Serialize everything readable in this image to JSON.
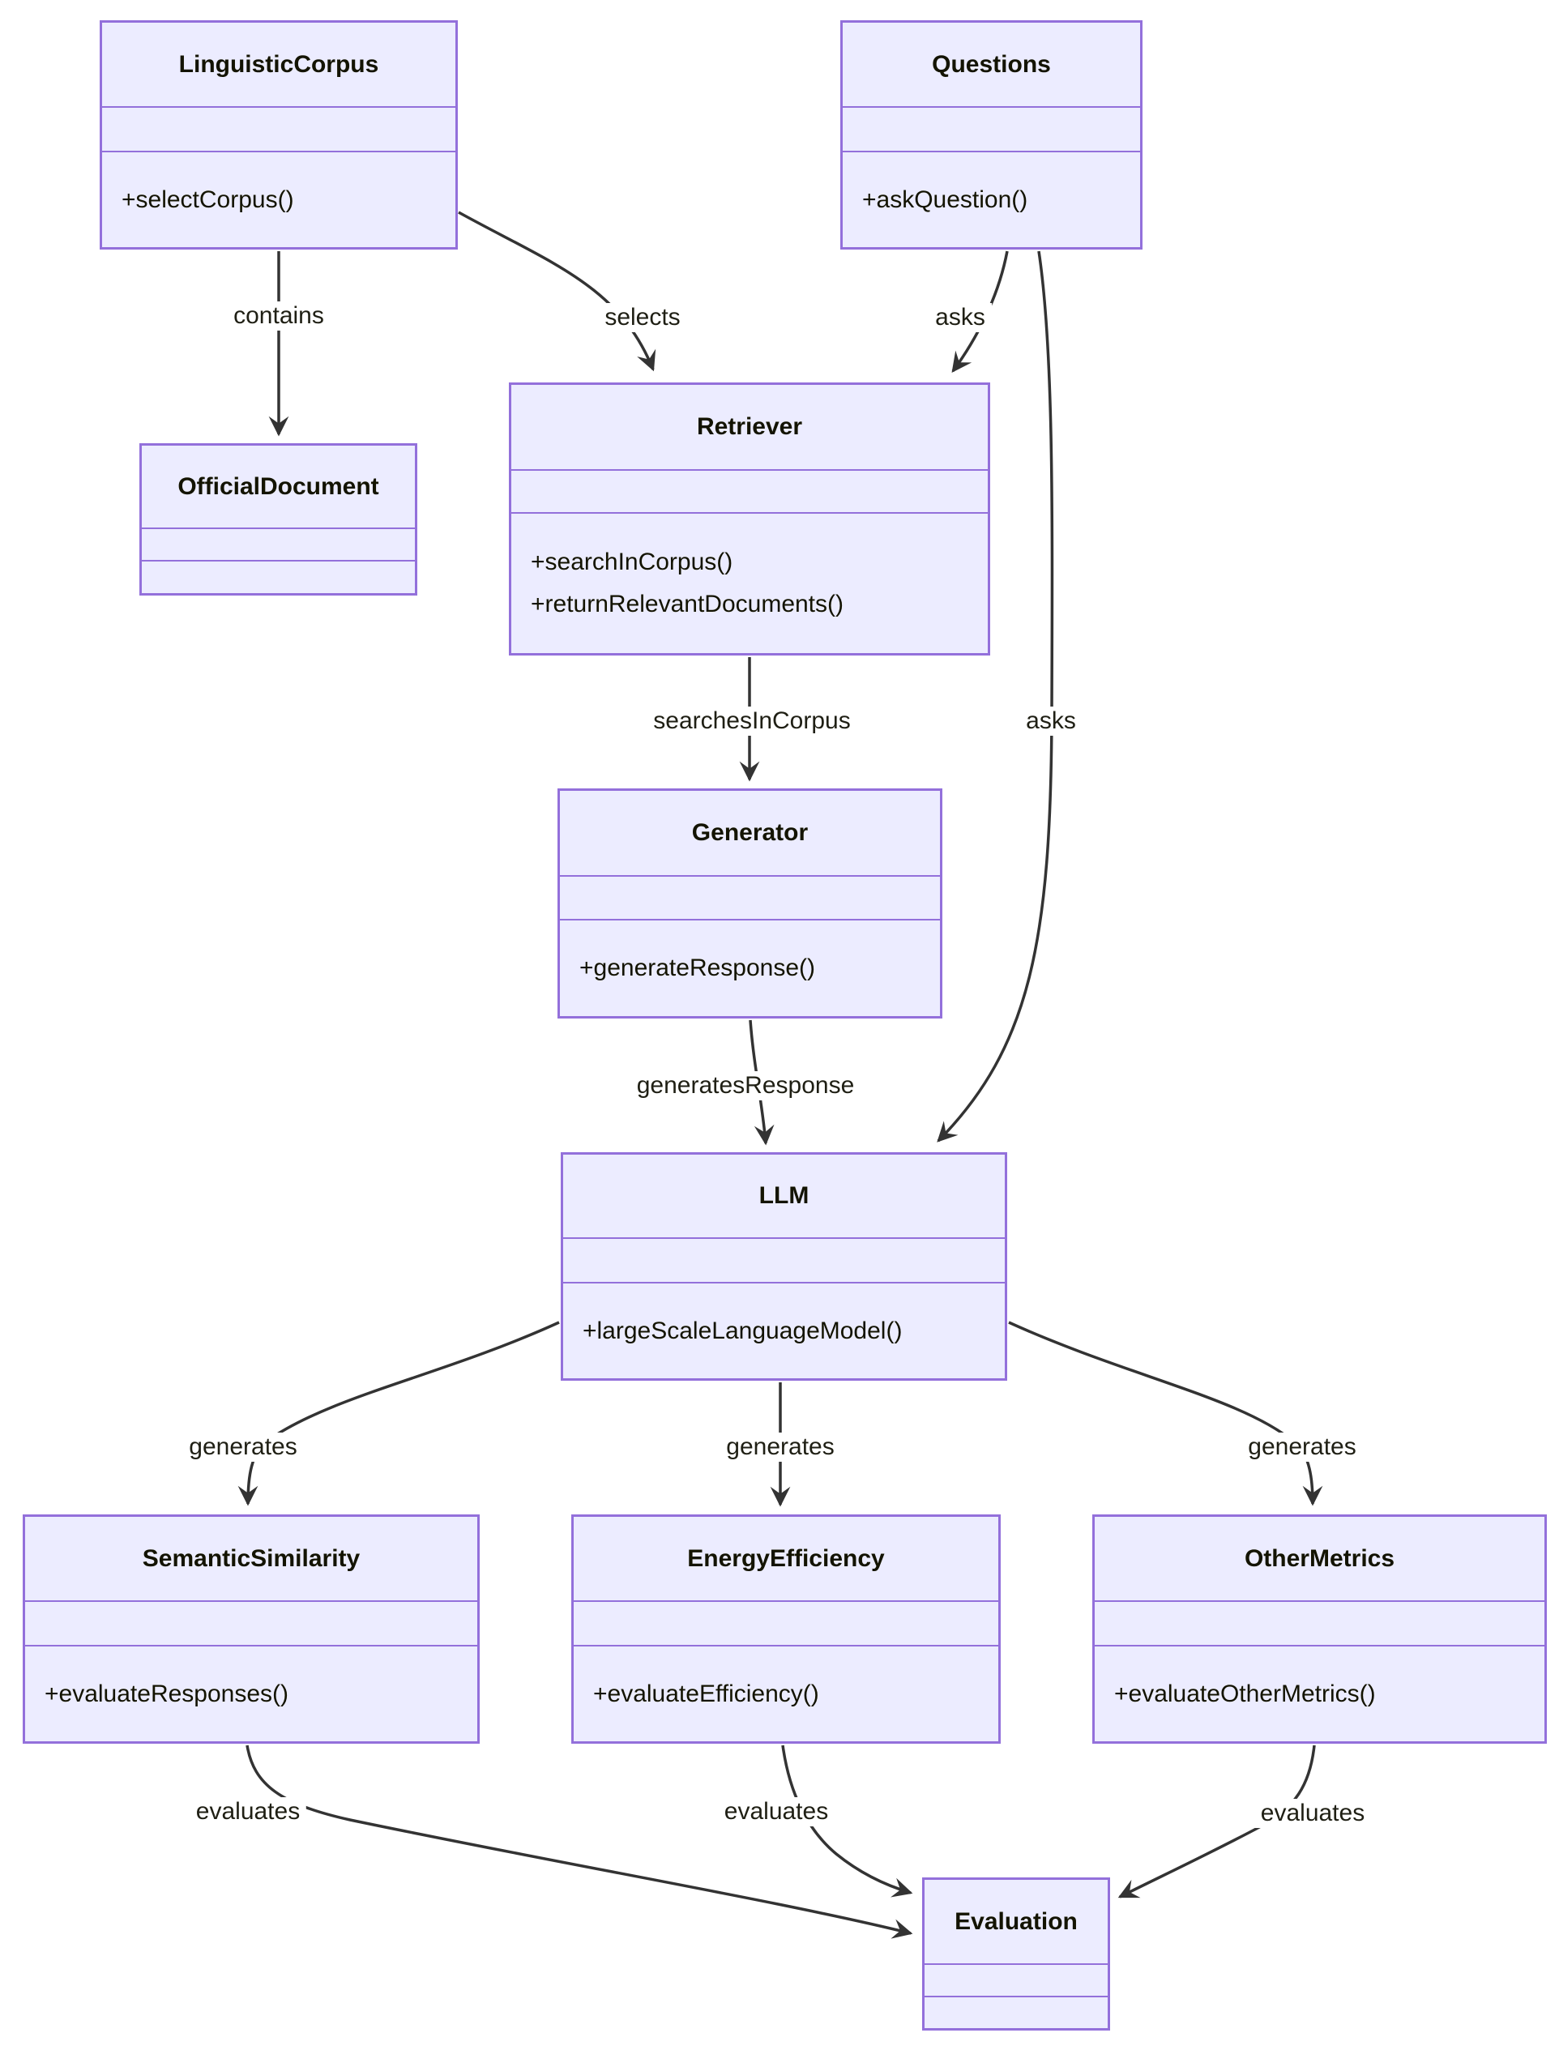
{
  "diagram": {
    "type": "uml-class-diagram",
    "background_color": "#ffffff",
    "node_fill_color": "#ECECFF",
    "node_border_color": "#9370DB",
    "edge_color": "#333333",
    "text_color": "#131300"
  },
  "classes": {
    "linguistic_corpus": {
      "name": "LinguisticCorpus",
      "methods": [
        "+selectCorpus()"
      ]
    },
    "questions": {
      "name": "Questions",
      "methods": [
        "+askQuestion()"
      ]
    },
    "official_document": {
      "name": "OfficialDocument",
      "methods": []
    },
    "retriever": {
      "name": "Retriever",
      "methods": [
        "+searchInCorpus()",
        "+returnRelevantDocuments()"
      ]
    },
    "generator": {
      "name": "Generator",
      "methods": [
        "+generateResponse()"
      ]
    },
    "llm": {
      "name": "LLM",
      "methods": [
        "+largeScaleLanguageModel()"
      ]
    },
    "semantic_similarity": {
      "name": "SemanticSimilarity",
      "methods": [
        "+evaluateResponses()"
      ]
    },
    "energy_efficiency": {
      "name": "EnergyEfficiency",
      "methods": [
        "+evaluateEfficiency()"
      ]
    },
    "other_metrics": {
      "name": "OtherMetrics",
      "methods": [
        "+evaluateOtherMetrics()"
      ]
    },
    "evaluation": {
      "name": "Evaluation",
      "methods": []
    }
  },
  "edges": [
    {
      "from": "LinguisticCorpus",
      "to": "OfficialDocument",
      "label": "contains"
    },
    {
      "from": "LinguisticCorpus",
      "to": "Retriever",
      "label": "selects"
    },
    {
      "from": "Questions",
      "to": "Retriever",
      "label": "asks"
    },
    {
      "from": "Questions",
      "to": "LLM",
      "label": "asks"
    },
    {
      "from": "Retriever",
      "to": "Generator",
      "label": "searchesInCorpus"
    },
    {
      "from": "Generator",
      "to": "LLM",
      "label": "generatesResponse"
    },
    {
      "from": "LLM",
      "to": "SemanticSimilarity",
      "label": "generates"
    },
    {
      "from": "LLM",
      "to": "EnergyEfficiency",
      "label": "generates"
    },
    {
      "from": "LLM",
      "to": "OtherMetrics",
      "label": "generates"
    },
    {
      "from": "SemanticSimilarity",
      "to": "Evaluation",
      "label": "evaluates"
    },
    {
      "from": "EnergyEfficiency",
      "to": "Evaluation",
      "label": "evaluates"
    },
    {
      "from": "OtherMetrics",
      "to": "Evaluation",
      "label": "evaluates"
    }
  ]
}
